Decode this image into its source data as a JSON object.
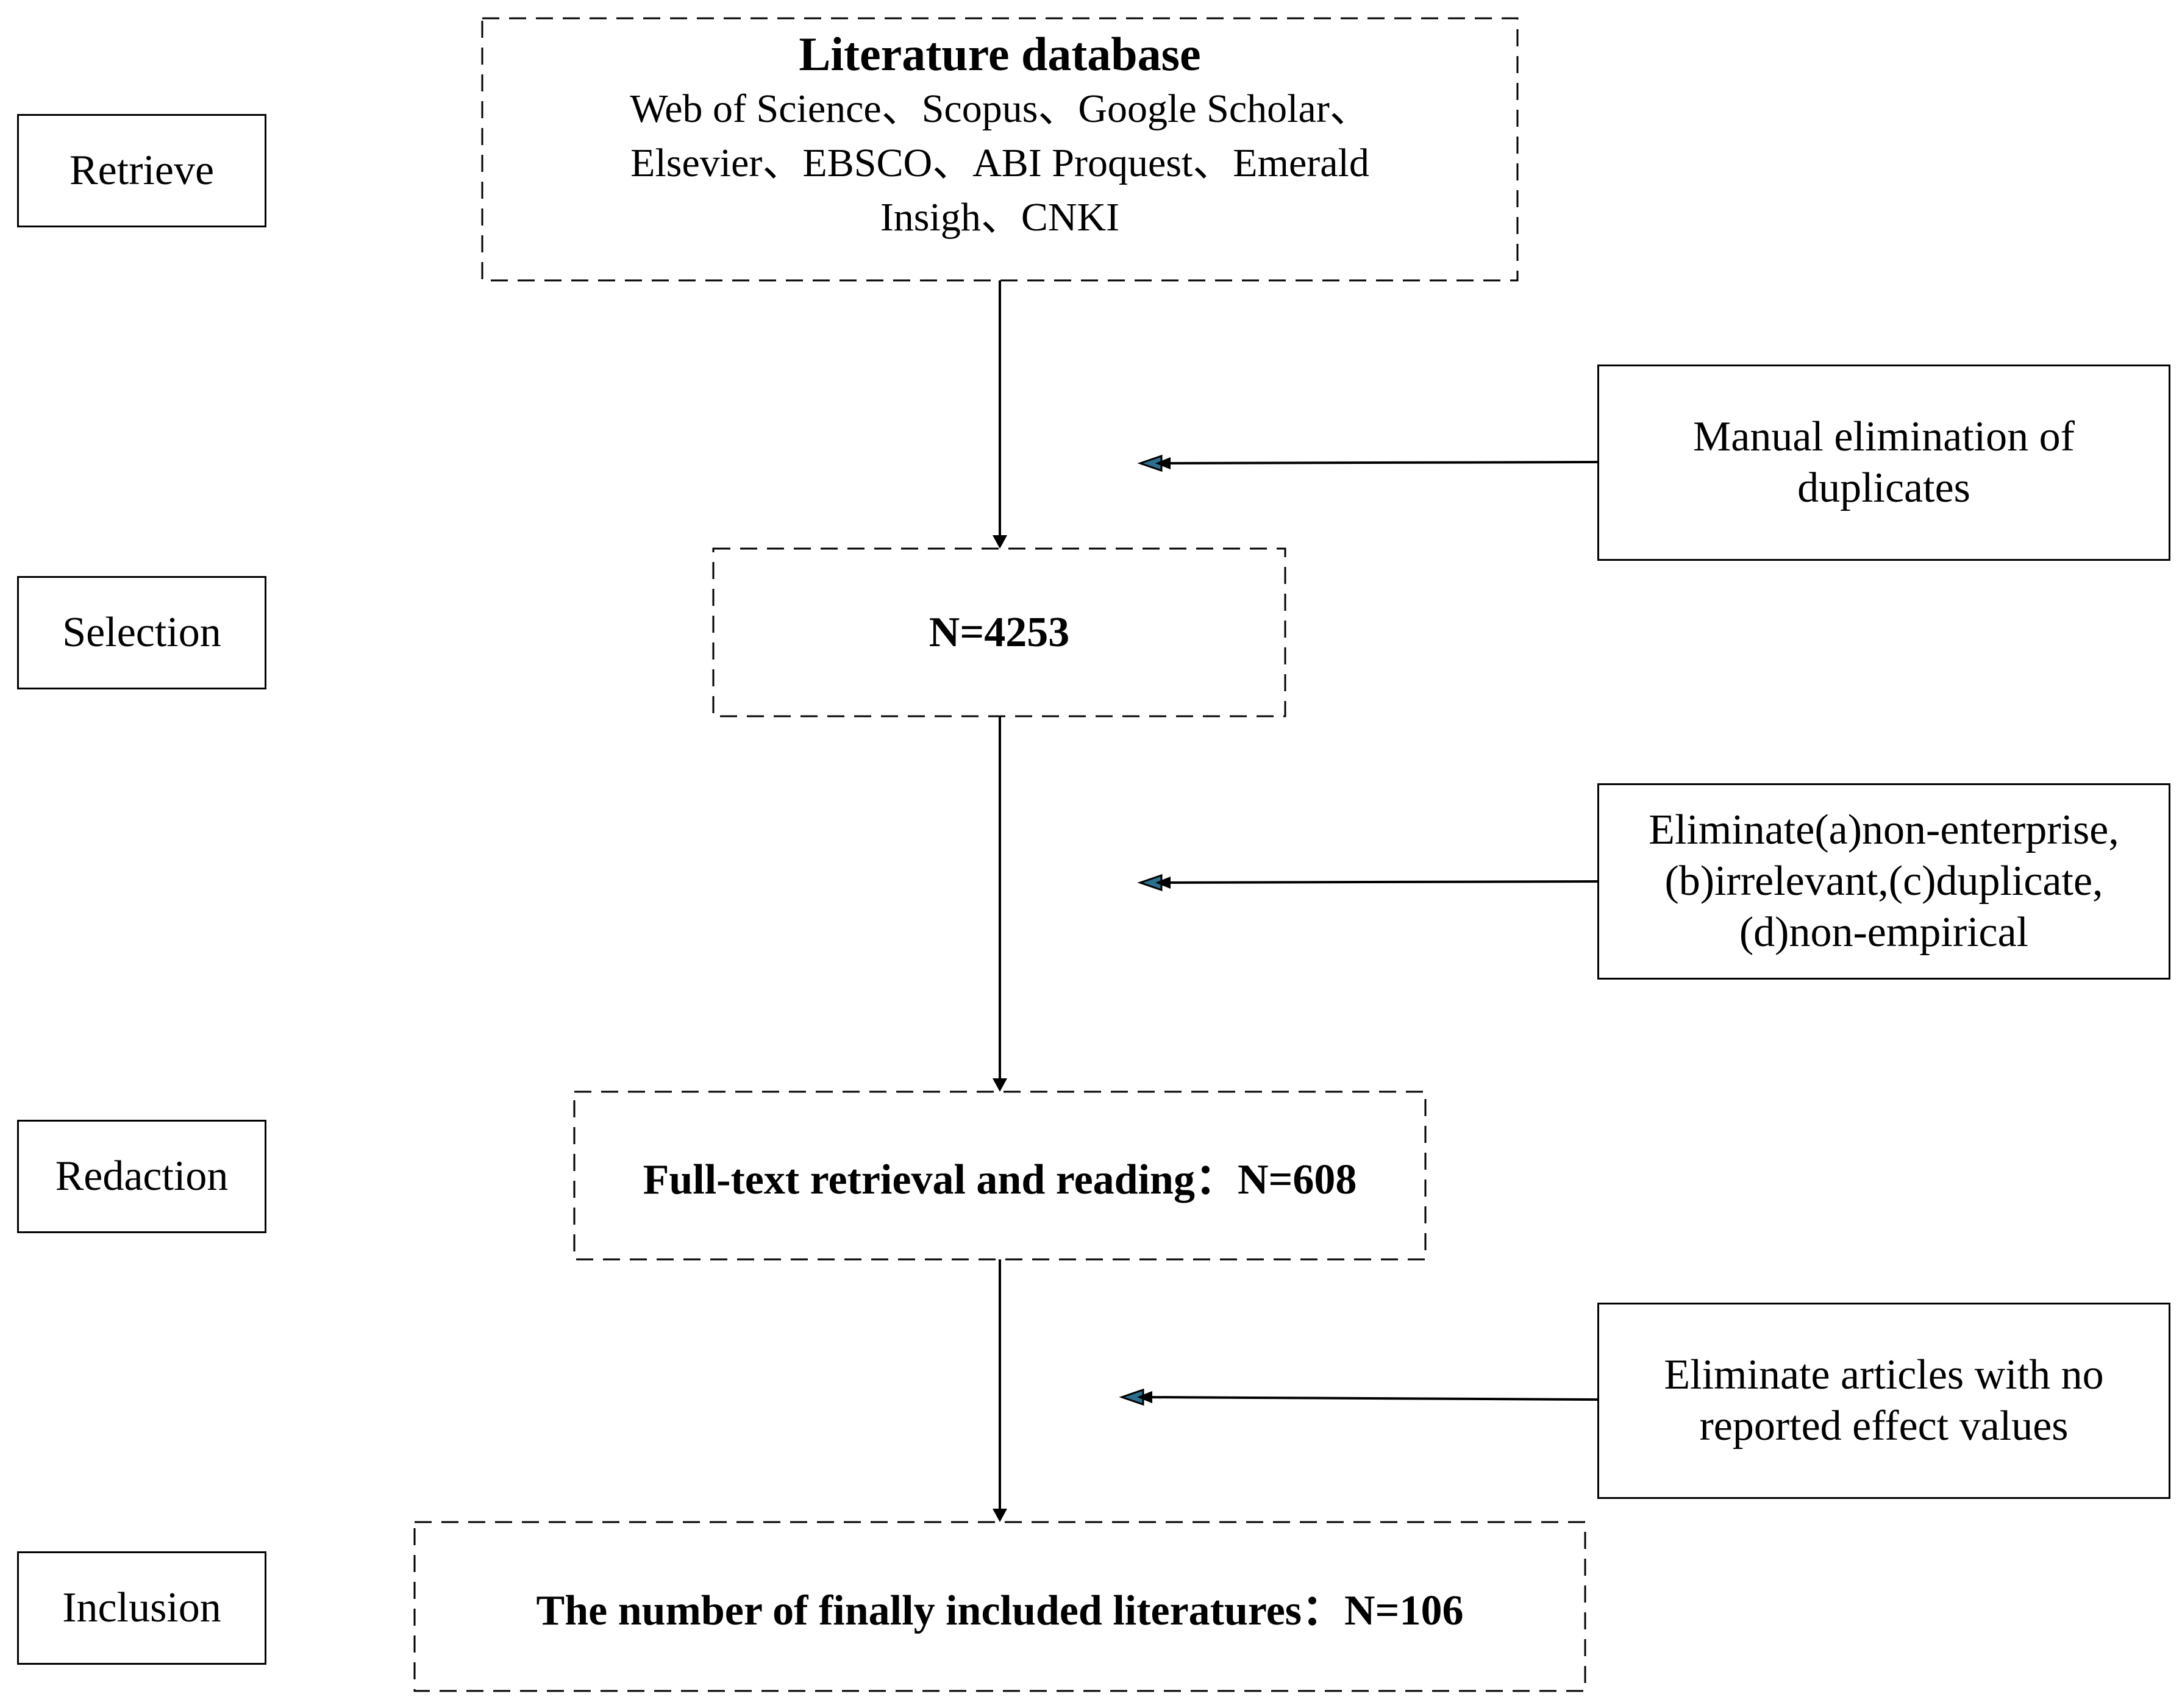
{
  "stages": [
    {
      "id": "retrieve",
      "label": "Retrieve"
    },
    {
      "id": "selection",
      "label": "Selection"
    },
    {
      "id": "redaction",
      "label": "Redaction"
    },
    {
      "id": "inclusion",
      "label": "Inclusion"
    }
  ],
  "main_flow": {
    "database": {
      "title": "Literature database",
      "sources_line1": "Web of Science、Scopus、Google Scholar、",
      "sources_line2": "Elsevier、EBSCO、ABI Proquest、Emerald",
      "sources_line3": "Insigh、CNKI"
    },
    "selection_count": "N=4253",
    "full_text": "Full-text retrieval and reading：N=608",
    "final": "The number of finally included literatures：N=106"
  },
  "exclusions": {
    "duplicates_line1": "Manual elimination of",
    "duplicates_line2": "duplicates",
    "criteria_line1": "Eliminate(a)non-enterprise,",
    "criteria_line2": "(b)irrelevant,(c)duplicate,",
    "criteria_line3": "(d)non-empirical",
    "effects_line1": "Eliminate articles with no",
    "effects_line2": "reported effect values"
  },
  "colors": {
    "line": "#000000",
    "arrowhead_fill": "#2e6e8e"
  }
}
